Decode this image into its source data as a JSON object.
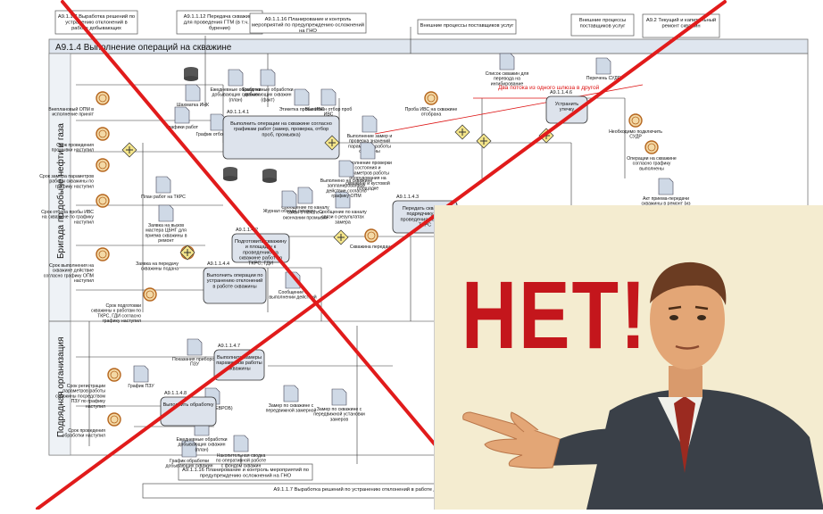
{
  "diagram": {
    "title": "А9.1.4 Выполнение операций на скважине",
    "lanes": [
      {
        "label": "Бригада по добыче нефти и газа"
      },
      {
        "label": "Подрядная организация"
      }
    ],
    "top_processes": [
      "А9.1.1.7 Выработка решений по устранению отклонений в работе добывающих",
      "А9.1.1.12 Передача скважины для проведения ГТМ (в т.ч. из бурения)",
      "А9.1.1.16 Планирование и контроль мероприятий по предупреждению осложнений на ГНО",
      "Внешние процессы поставщиков услуг",
      "Внешние процессы поставщиков услуг",
      "А9.2 Текущий и капитальный ремонт скважин"
    ],
    "bottom_processes": [
      "А9.1.1.16 Планирование и контроль мероприятий по предупреждению осложнений на ГНО",
      "А9.1.1.7 Выработка решений по устранению отклонений в работе добывающих нефтяных скважин"
    ],
    "tasks": [
      "Выполнить операции на скважине согласно графикам работ (замер, проверка, отбор проб, промывка)",
      "Передать скважину подрядчику для проведения работ по ТКРС",
      "Выполнить операции по устранению отклонений в работе скважины",
      "Подготовить скважину и площадку к проведению на скважине работ по ТКРС, ГДИ",
      "Выполнить обработку",
      "Устранить утечку",
      "Выполнить замеры параметров работы скважины"
    ],
    "task_ids": [
      "А9.1.1.4.1",
      "А9.1.1.4.3",
      "А9.1.1.4.4",
      "А9.1.1.4.2",
      "А9.1.1.4.8",
      "А9.1.1.4.6",
      "А9.1.1.4.7"
    ],
    "events": [
      "Внеплановый ОПМ в исполнение принят",
      "Срок проведения промывки наступил",
      "Срок замера параметров работы скважины по графику наступил",
      "Срок отбора пробы ИВС на скважине по графику наступил",
      "Срок выполнения на скважине действие согласно графику ОПМ наступил",
      "Заявка на передачу скважины подана",
      "Срок подготовки скважины к работам по ТКРС, ГДИ согласно графику наступил",
      "Срок регистрации параметров работы скважины посредством ПЗУ по графику наступил",
      "Срок проведения обработки наступил",
      "Проба ИВС на скважине отобрана",
      "Необходимо подключить СУДР",
      "Операции на скважине согласно графику выполнены",
      "Скважина передана"
    ],
    "documents": [
      "Шахматка ИНК",
      "Ежедневные обработки добывающих скважин (план)",
      "Ежедневные обработки добывающих скважин (факт)",
      "Этикетка пробы ИВС",
      "Выполнен отбор проб ИВС",
      "Список скважин для перевода на ингибирование",
      "Перечень СУДР",
      "Графики работ",
      "График отбора проб",
      "План работ на ТКРС",
      "Заявка на вызов мастера ЦБНГ для приема скважины в ремонт",
      "Сообщение по каналу связи о результатах замера",
      "Сообщение по каналу связи о начале и окончании промывки",
      "Выполнение замер и проверка значений параметров работы скважины",
      "Выполнение проверки состояния и параметров работы оборудования на скважине и кустовой площадке",
      "Выполнено на скважине запланированное действие согласно графику ОПМ",
      "Акт приема-передачи скважины в ремонт (из ремонта)",
      "Журнал обхода скважин",
      "Показания приборов ПЗУ",
      "График ПЗУ",
      "БД СУФС (ЕВРОБ)",
      "Замер по скважине с передвижной замерной",
      "Накопительная сводка по оперативной работе с фондом скважин",
      "График обработки добывающих скважин",
      "Ежедневные обработки добывающих скважин (план)",
      "Замер по скважине с передвижной установки замеров",
      "Сообщение о выполнении действий"
    ],
    "note": "Два потока из одного шлюза в другой"
  },
  "poster": {
    "text": "НЕТ!"
  },
  "colors": {
    "cross": "#e11b1b",
    "poster_bg": "#f4ecd0",
    "poster_text": "#c4161c",
    "diagram_lines": "#333333",
    "event": "#b5651d",
    "gateway": "#e8cf4a",
    "pool": "#dfe6ef"
  }
}
